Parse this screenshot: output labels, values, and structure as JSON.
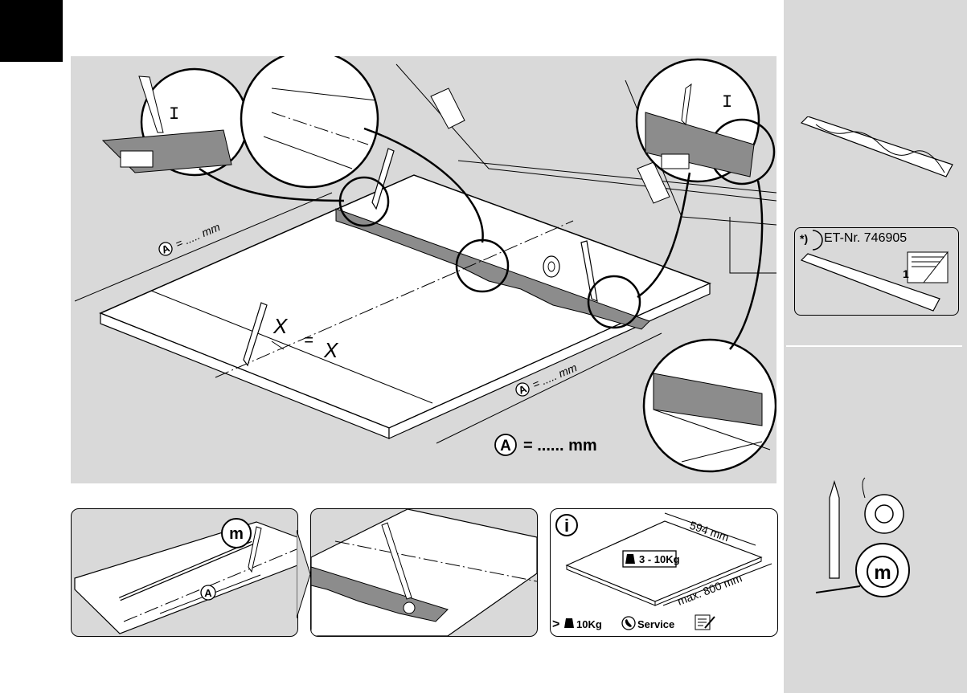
{
  "main": {
    "dim_a_top": "= ..... mm",
    "dim_a_right": "= ..... mm",
    "dim_a_big": "= ...... mm",
    "a_letter": "A",
    "x_letter": "X",
    "equals": "=",
    "i_mark": "I"
  },
  "info_panel": {
    "info_letter": "i",
    "width_label": "594 mm",
    "depth_label": "max. 800 mm",
    "weight_label": "3 - 10Kg",
    "over_sign": ">",
    "over_weight": "10Kg",
    "service_label": "Service"
  },
  "sidebar": {
    "note_marker": "*)",
    "part_number": "ET-Nr. 746905",
    "booklet_number": "1",
    "tape_measure_letter": "m"
  },
  "step1": {
    "tape_letter": "m",
    "a_letter": "A"
  },
  "colors": {
    "panel_gray": "#d9d9d9",
    "template_gray": "#8c8c8c",
    "ink": "#000000"
  }
}
